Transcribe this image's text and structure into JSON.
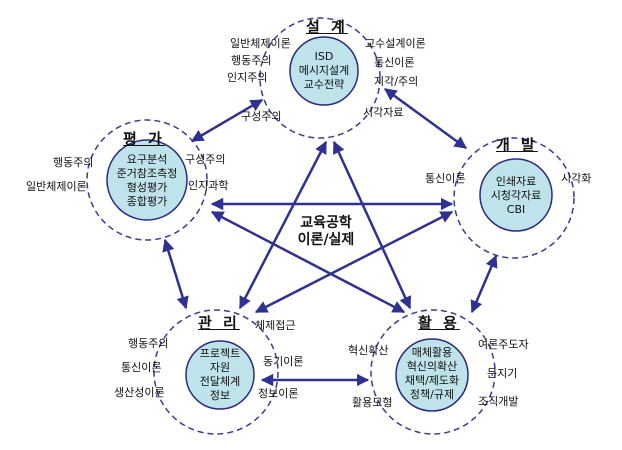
{
  "center": {
    "lines": [
      "교육공학",
      "이론/실제"
    ]
  },
  "nodes": {
    "design": {
      "title": "설 계",
      "inner": [
        "ISD",
        "메시지설계",
        "교수전략"
      ],
      "outer": [
        "일반체제이론",
        "행동주의",
        "인지주의",
        "구성주의",
        "교수설계이론",
        "통신이론",
        "지각/주의",
        "시각자료"
      ]
    },
    "development": {
      "title": "개 발",
      "inner": [
        "인쇄자료",
        "시청각자료",
        "CBI"
      ],
      "outer": [
        "통신이론",
        "시각화"
      ]
    },
    "utilization": {
      "title": "활 용",
      "inner": [
        "매체활용",
        "혁신의확산",
        "채택/제도화",
        "정책/규제"
      ],
      "outer": [
        "혁신확산",
        "활용모형",
        "여론주도자",
        "문지기",
        "조직개발"
      ]
    },
    "management": {
      "title": "관 리",
      "inner": [
        "프로젝트",
        "자원",
        "전달체계",
        "정보"
      ],
      "outer": [
        "행동주의",
        "통신이론",
        "생산성이론",
        "체제접근",
        "동기이론",
        "정보이론"
      ]
    },
    "evaluation": {
      "title": "평 가",
      "inner": [
        "요구분석",
        "준거참조측정",
        "형성평가",
        "종합평가"
      ],
      "outer": [
        "행동주의",
        "일반체제이론",
        "구성주의",
        "인지과학"
      ]
    }
  },
  "colors": {
    "arrow": "#2e3192",
    "dash": "#3b3b8f",
    "inner_fill": "#bfe3ea",
    "inner_stroke": "#2b2b80"
  }
}
